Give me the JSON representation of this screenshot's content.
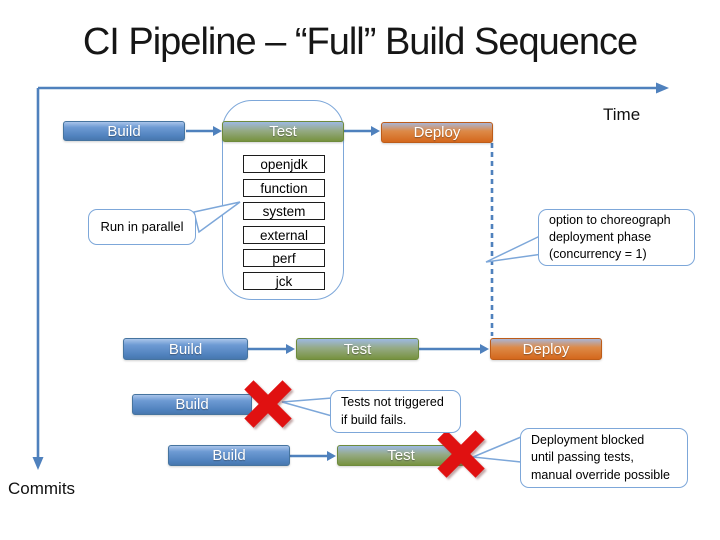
{
  "title": "CI Pipeline – “Full” Build Sequence",
  "axes": {
    "time": "Time",
    "commits": "Commits"
  },
  "pipeline_rows": {
    "row1": {
      "build": "Build",
      "test": "Test",
      "deploy": "Deploy",
      "parallel_tests": [
        "openjdk",
        "function",
        "system",
        "external",
        "perf",
        "jck"
      ]
    },
    "row2": {
      "build": "Build",
      "test": "Test",
      "deploy": "Deploy"
    },
    "row3": {
      "build": "Build"
    },
    "row4": {
      "build": "Build",
      "test": "Test"
    }
  },
  "callouts": {
    "run_in_parallel": "Run in parallel",
    "choreograph": "option to choreograph\ndeployment phase\n(concurrency = 1)",
    "build_fail": "Tests not triggered\nif build fails.",
    "deploy_block": "Deployment blocked\nuntil passing tests,\nmanual override possible"
  },
  "colors": {
    "accent": "#4f81bd",
    "callout_border": "#7da7d9",
    "build_blue": "#4f81bd",
    "test_green": "#77923f",
    "deploy_orange": "#d4671c",
    "fail_x": "#e01111"
  }
}
